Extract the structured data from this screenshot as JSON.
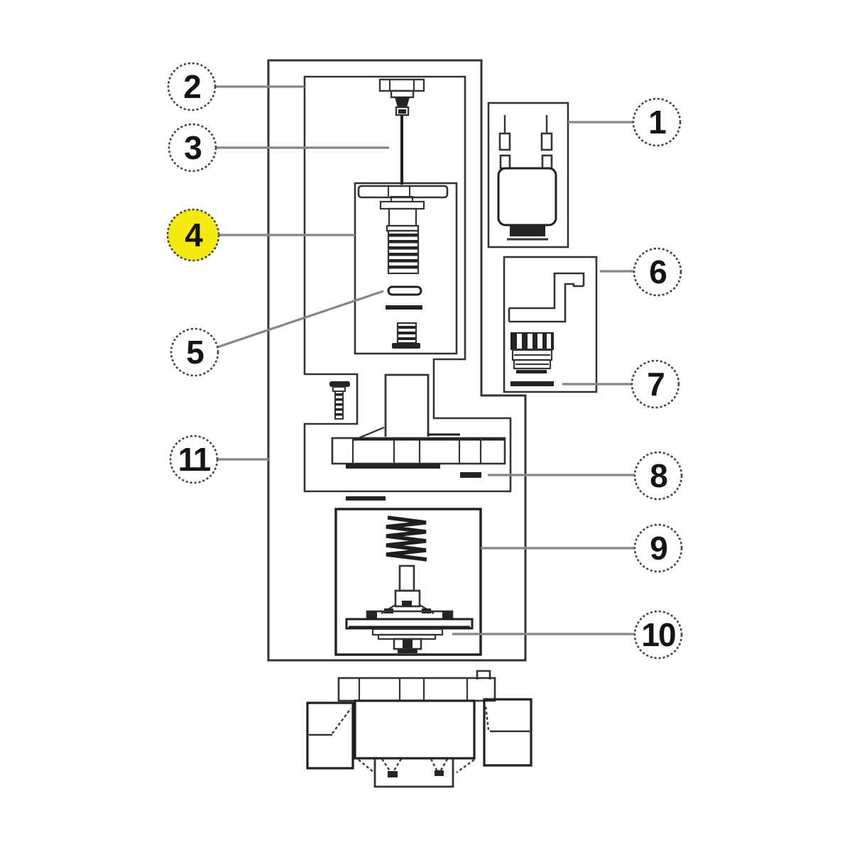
{
  "diagram": {
    "kind": "exploded-parts-diagram",
    "background": "#ffffff"
  },
  "colors": {
    "line": "#2e2e2e",
    "leader": "#868686",
    "circle_border": "#474747",
    "circle_fill": "#ffffff",
    "number": "#141414",
    "highlight": "#f4eb0c",
    "highlight_border": "#7d7610"
  },
  "callouts": [
    {
      "label": "1",
      "highlighted": false
    },
    {
      "label": "2",
      "highlighted": false
    },
    {
      "label": "3",
      "highlighted": false
    },
    {
      "label": "4",
      "highlighted": true
    },
    {
      "label": "5",
      "highlighted": false
    },
    {
      "label": "6",
      "highlighted": false
    },
    {
      "label": "7",
      "highlighted": false
    },
    {
      "label": "8",
      "highlighted": false
    },
    {
      "label": "9",
      "highlighted": false
    },
    {
      "label": "10",
      "highlighted": false
    },
    {
      "label": "11",
      "highlighted": false
    }
  ]
}
